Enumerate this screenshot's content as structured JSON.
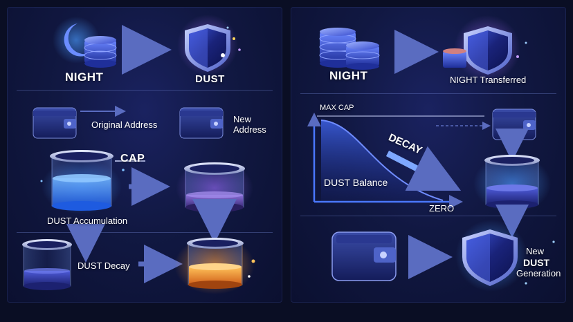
{
  "left": {
    "top": {
      "source_label": "NIGHT",
      "target_label": "DUST"
    },
    "address": {
      "original_label": "Original Address",
      "new_label_line1": "New",
      "new_label_line2": "Address"
    },
    "accumulation": {
      "cap_label": "CAP",
      "caption": "DUST Accumulation"
    },
    "decay": {
      "caption": "DUST Decay"
    }
  },
  "right": {
    "top": {
      "source_label": "NIGHT",
      "target_label": "NIGHT Transferred"
    },
    "graph": {
      "max_label": "MAX CAP",
      "decay_label": "DECAY",
      "balance_label": "DUST Balance",
      "zero_label": "ZERO"
    },
    "generation": {
      "line1": "New",
      "line2": "DUST",
      "line3": "Generation"
    }
  },
  "colors": {
    "background": "#0a0e24",
    "panel": "#141c4e",
    "arrow": "#6f7fc4",
    "glow_blue": "#4a9bff",
    "glow_purple": "#a46bff",
    "glow_orange": "#ff9a2e",
    "accent_arrow": "#5d8dff"
  },
  "icons": [
    "crescent-moon-icon",
    "coin-stack-icon",
    "shield-icon",
    "wallet-icon",
    "container-icon",
    "arrow-icon",
    "sparkle-icon"
  ]
}
